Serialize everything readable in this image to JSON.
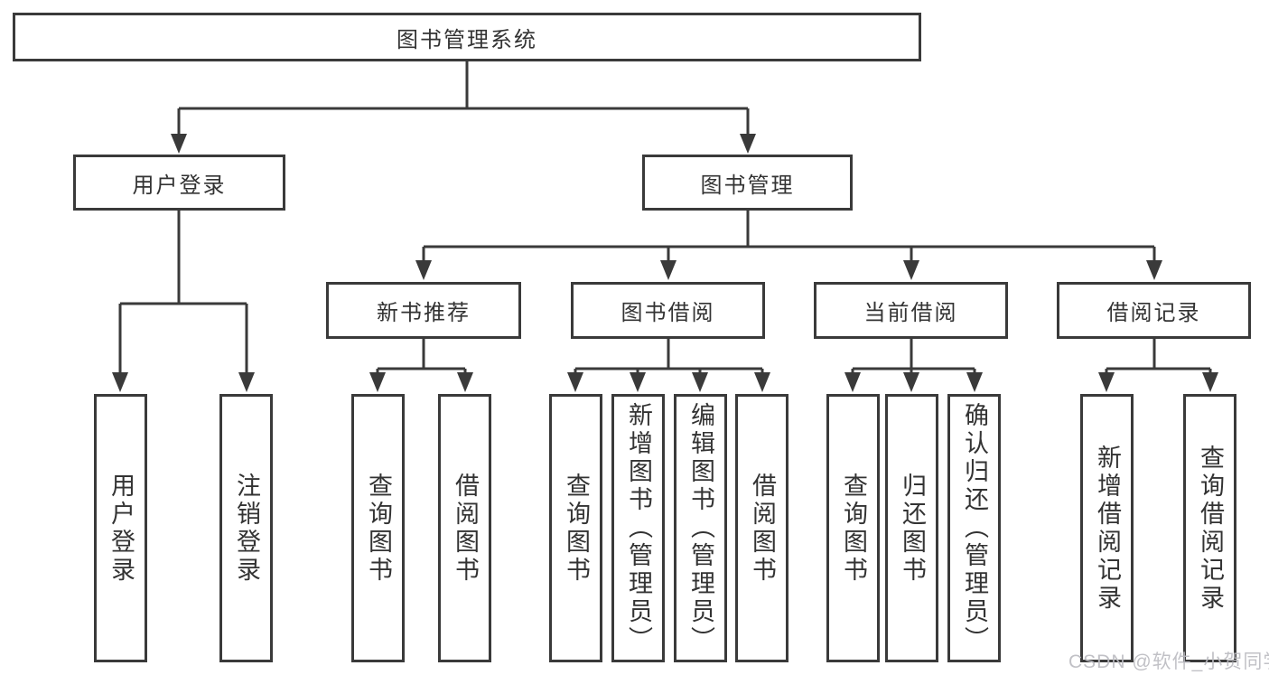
{
  "diagram": {
    "root": {
      "label": "图书管理系统",
      "children": [
        {
          "label": "用户登录",
          "children": [
            {
              "label": "用户登录"
            },
            {
              "label": "注销登录"
            }
          ]
        },
        {
          "label": "图书管理",
          "children": [
            {
              "label": "新书推荐",
              "children": [
                {
                  "label": "查询图书"
                },
                {
                  "label": "借阅图书"
                }
              ]
            },
            {
              "label": "图书借阅",
              "children": [
                {
                  "label": "查询图书"
                },
                {
                  "label": "新增图书（管理员）"
                },
                {
                  "label": "编辑图书（管理员）"
                },
                {
                  "label": "借阅图书"
                }
              ]
            },
            {
              "label": "当前借阅",
              "children": [
                {
                  "label": "查询图书"
                },
                {
                  "label": "归还图书"
                },
                {
                  "label": "确认归还（管理员）"
                }
              ]
            },
            {
              "label": "借阅记录",
              "children": [
                {
                  "label": "新增借阅记录"
                },
                {
                  "label": "查询借阅记录"
                }
              ]
            }
          ]
        }
      ]
    }
  },
  "watermark": {
    "text": "CSDN @软件_小贺同学"
  },
  "colors": {
    "line": "#3a3a3a",
    "text": "#333333",
    "background": "#ffffff",
    "watermark": "#bcbcc2"
  }
}
